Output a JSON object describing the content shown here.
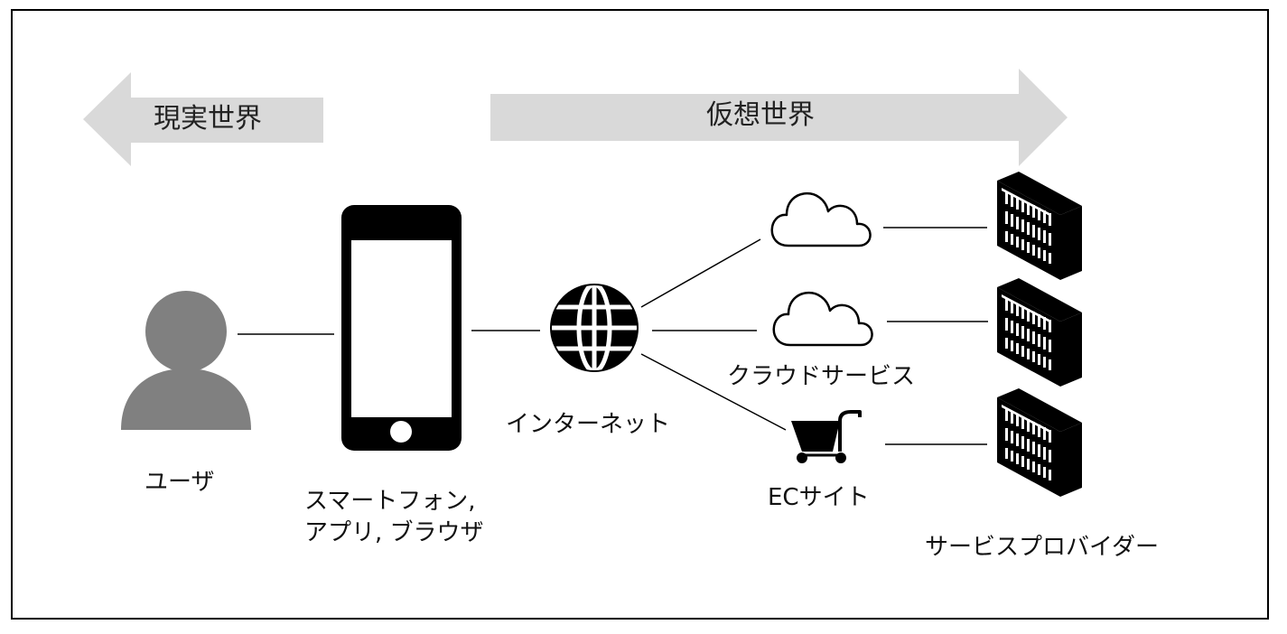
{
  "diagram": {
    "banners": {
      "real_world": "現実世界",
      "virtual_world": "仮想世界"
    },
    "labels": {
      "user": "ユーザ",
      "device_line1": "スマートフォン,",
      "device_line2": "アプリ, ブラウザ",
      "internet": "インターネット",
      "cloud_service": "クラウドサービス",
      "ec_site": "ECサイト",
      "service_provider": "サービスプロバイダー"
    },
    "icons": [
      "person-icon",
      "smartphone-icon",
      "globe-icon",
      "cloud-icon",
      "shopping-cart-icon",
      "server-building-icon"
    ],
    "colors": {
      "banner_fill": "#d9d9d9",
      "person_fill": "#808080",
      "icon_fill": "#000000",
      "line_stroke": "#000000"
    }
  }
}
